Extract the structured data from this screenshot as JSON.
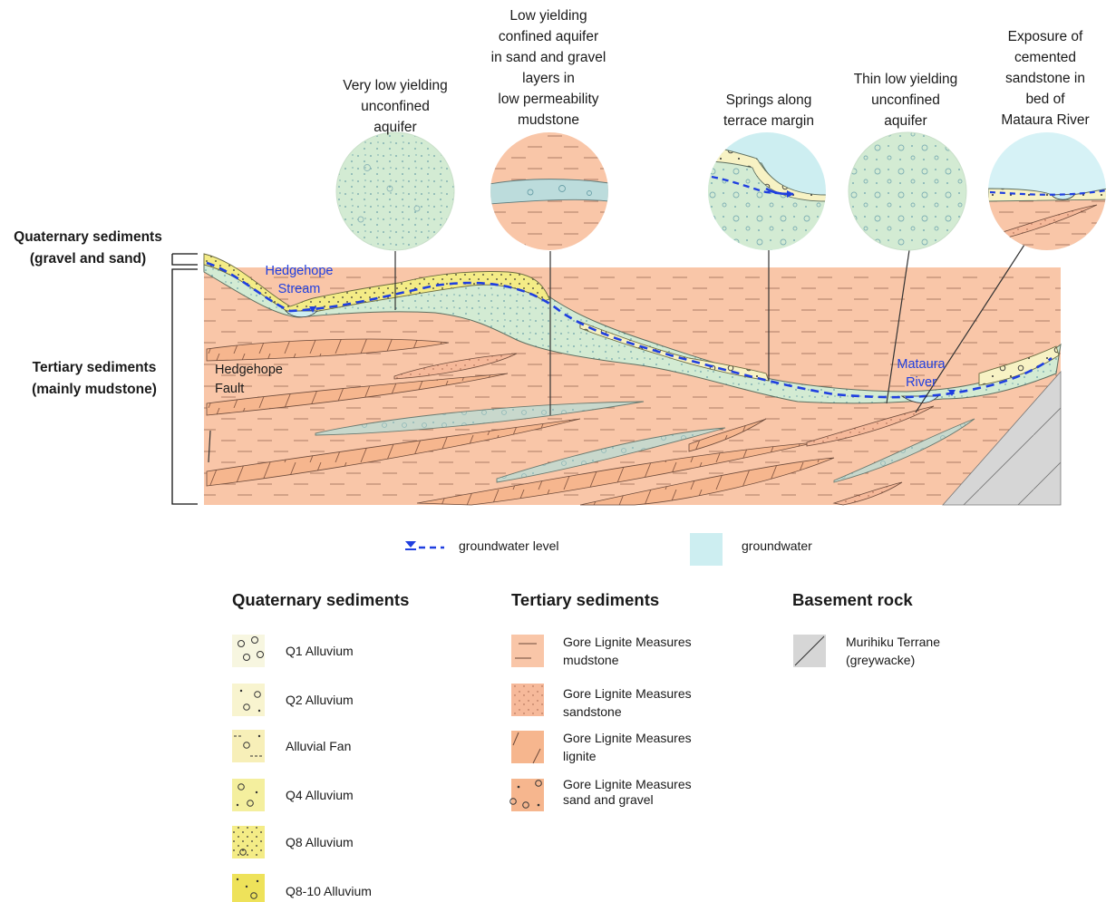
{
  "callouts": {
    "very_low": "Very low yielding\nunconfined\naquifer",
    "low_confined": "Low yielding\nconfined aquifer\nin sand and gravel\nlayers in\nlow permeability\nmudstone",
    "springs": "Springs along\nterrace margin",
    "thin_low": "Thin low yielding\nunconfined\naquifer",
    "exposure": "Exposure of\ncemented\nsandstone in\nbed of\nMataura River"
  },
  "side_labels": {
    "quaternary": "Quaternary sediments\n(gravel and sand)",
    "tertiary": "Tertiary sediments\n(mainly mudstone)"
  },
  "map_labels": {
    "hedgehope_stream": "Hedgehope\nStream",
    "hedgehope_fault": "Hedgehope\nFault",
    "mataura_river": "Mataura\nRiver"
  },
  "key": {
    "groundwater_level": "groundwater level",
    "groundwater": "groundwater"
  },
  "legend": {
    "quaternary": {
      "title": "Quaternary sediments",
      "items": [
        "Q1 Alluvium",
        "Q2 Alluvium",
        "Alluvial Fan",
        "Q4 Alluvium",
        "Q8 Alluvium",
        "Q8-10 Alluvium"
      ]
    },
    "tertiary": {
      "title": "Tertiary sediments",
      "items": [
        "Gore Lignite Measures\nmudstone",
        "Gore Lignite Measures\nsandstone",
        "Gore Lignite Measures\nlignite",
        "Gore Lignite Measures\nsand and gravel"
      ]
    },
    "basement": {
      "title": "Basement rock",
      "items": [
        "Murihiku Terrane\n(greywacke)"
      ]
    }
  },
  "colors": {
    "mudstone": "#f9c6a8",
    "aquifer_green": "#d3ebd3",
    "groundwater": "#cdeef1",
    "lignite_lens": "#c8d8cc",
    "quaternary_yellow": "#f4ec86",
    "greywacke": "#d6d6d6",
    "groundwater_line": "#1f3fe0"
  }
}
